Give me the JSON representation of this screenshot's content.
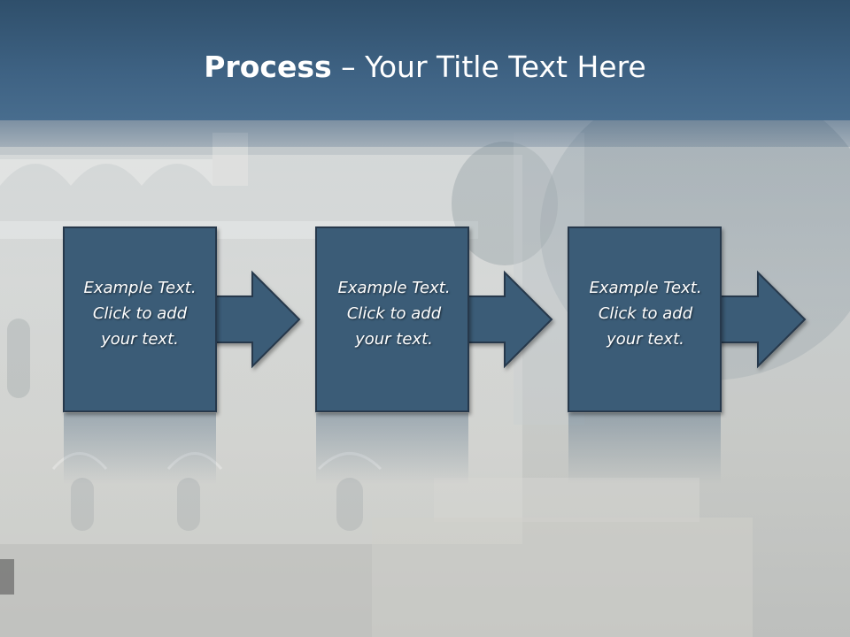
{
  "title": {
    "bold": "Process",
    "rest": " – Your Title Text Here"
  },
  "steps": [
    {
      "lines": [
        "Example Text.",
        "Click  to add",
        "your text."
      ]
    },
    {
      "lines": [
        "Example Text.",
        "Click  to add",
        "your text."
      ]
    },
    {
      "lines": [
        "Example Text.",
        "Click  to add",
        "your text."
      ]
    }
  ],
  "colors": {
    "title_bar": "#3e6283",
    "box_fill": "#3b5b77",
    "box_stroke": "#26394b",
    "text": "#ffffff"
  }
}
